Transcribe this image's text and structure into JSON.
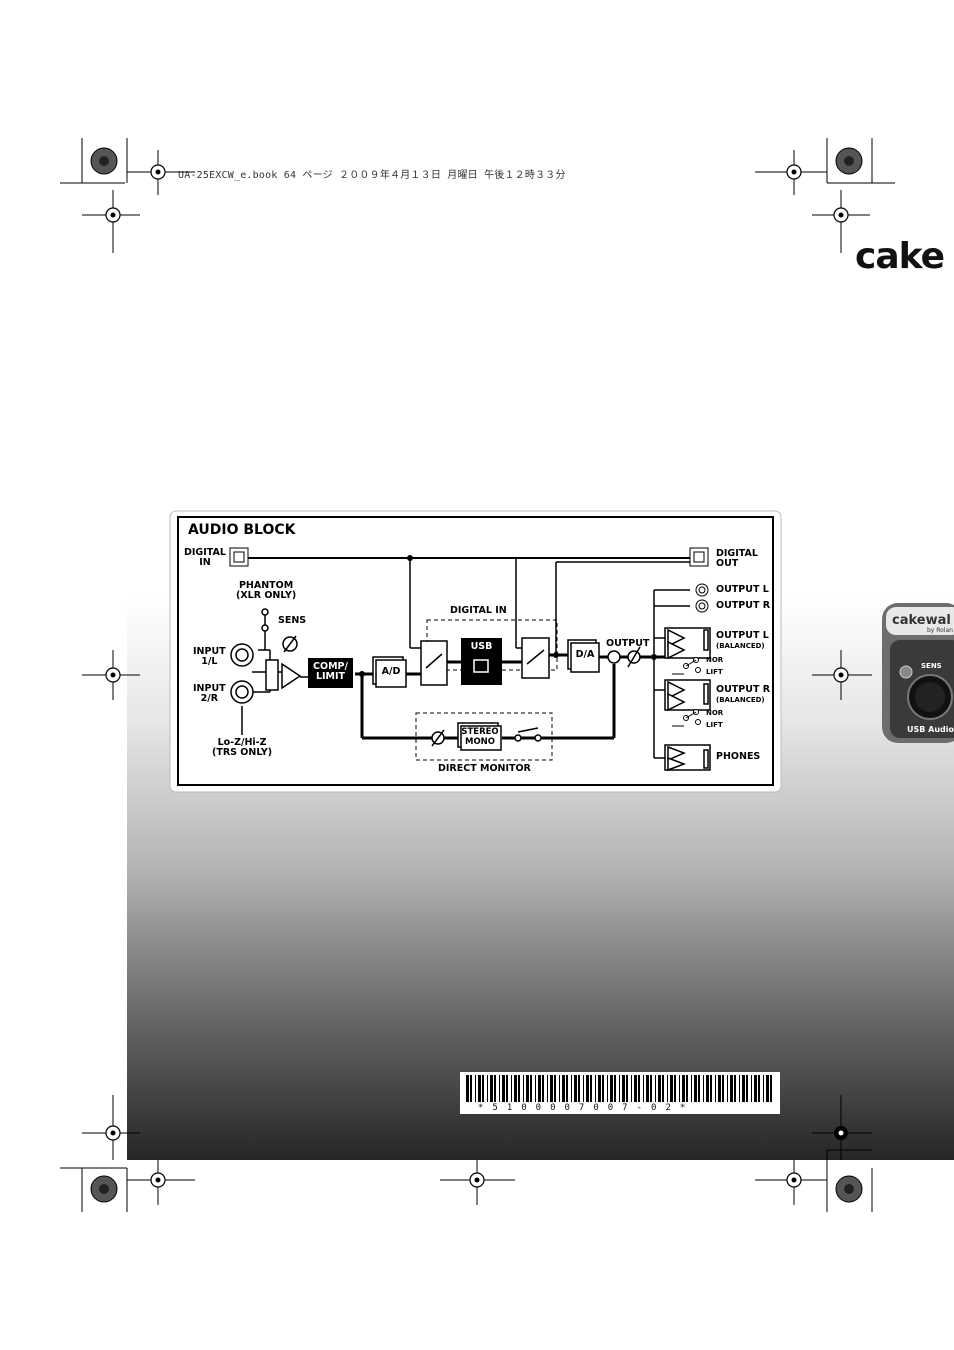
{
  "header": {
    "print_line": "UA-25EXCW_e.book  64 ページ  ２００９年４月１３日  月曜日  午後１２時３３分"
  },
  "brand": {
    "logo_text": "cake",
    "panel_brand": "cakewal",
    "panel_by": "by Rolan",
    "panel_sens": "SENS",
    "panel_usb": "USB Audio"
  },
  "diagram": {
    "title": "AUDIO BLOCK",
    "labels": {
      "digital_in": "DIGITAL\nIN",
      "digital_out": "DIGITAL\nOUT",
      "phantom": "PHANTOM\n(XLR ONLY)",
      "sens": "SENS",
      "input_1": "INPUT\n1/L",
      "input_2": "INPUT\n2/R",
      "lo_hi_z": "Lo-Z/Hi-Z\n(TRS ONLY)",
      "comp_limit": "COMP/\nLIMIT",
      "ad": "A/D",
      "digital_in_group": "DIGITAL IN",
      "usb": "USB",
      "da": "D/A",
      "output": "OUTPUT",
      "stereo_mono": "STEREO\nMONO",
      "direct_monitor": "DIRECT MONITOR",
      "output_l": "OUTPUT L",
      "output_r": "OUTPUT R",
      "output_l_bal": "OUTPUT L",
      "output_r_bal": "OUTPUT R",
      "balanced": "(BALANCED)",
      "nor": "NOR",
      "lift": "LIFT",
      "phones": "PHONES"
    }
  },
  "barcode": {
    "number": "*5100007007-02*"
  }
}
